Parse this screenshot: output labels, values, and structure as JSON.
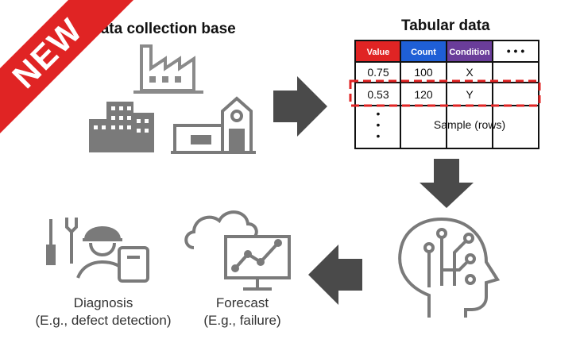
{
  "banner": {
    "label": "NEW",
    "color": "#e02424"
  },
  "collection": {
    "title": "Data collection base"
  },
  "tabular": {
    "title": "Tabular data",
    "headers": [
      {
        "label": "Value",
        "color": "#e02424"
      },
      {
        "label": "Count",
        "color": "#1f5fd6"
      },
      {
        "label": "Condition",
        "color": "#6a3d9a"
      },
      {
        "label": "• • •",
        "color": "#ffffff"
      }
    ],
    "rows": [
      [
        "0.75",
        "100",
        "X",
        ""
      ],
      [
        "0.53",
        "120",
        "Y",
        ""
      ]
    ],
    "sample_label": "Sample (rows)",
    "more_rows": "•"
  },
  "outputs": {
    "diagnosis": {
      "line1": "Diagnosis",
      "line2": "(E.g., defect detection)"
    },
    "forecast": {
      "line1": "Forecast",
      "line2": "(E.g., failure)"
    }
  },
  "colors": {
    "icon": "#7a7a7a",
    "arrow": "#4a4a4a",
    "highlight": "#e02424"
  }
}
